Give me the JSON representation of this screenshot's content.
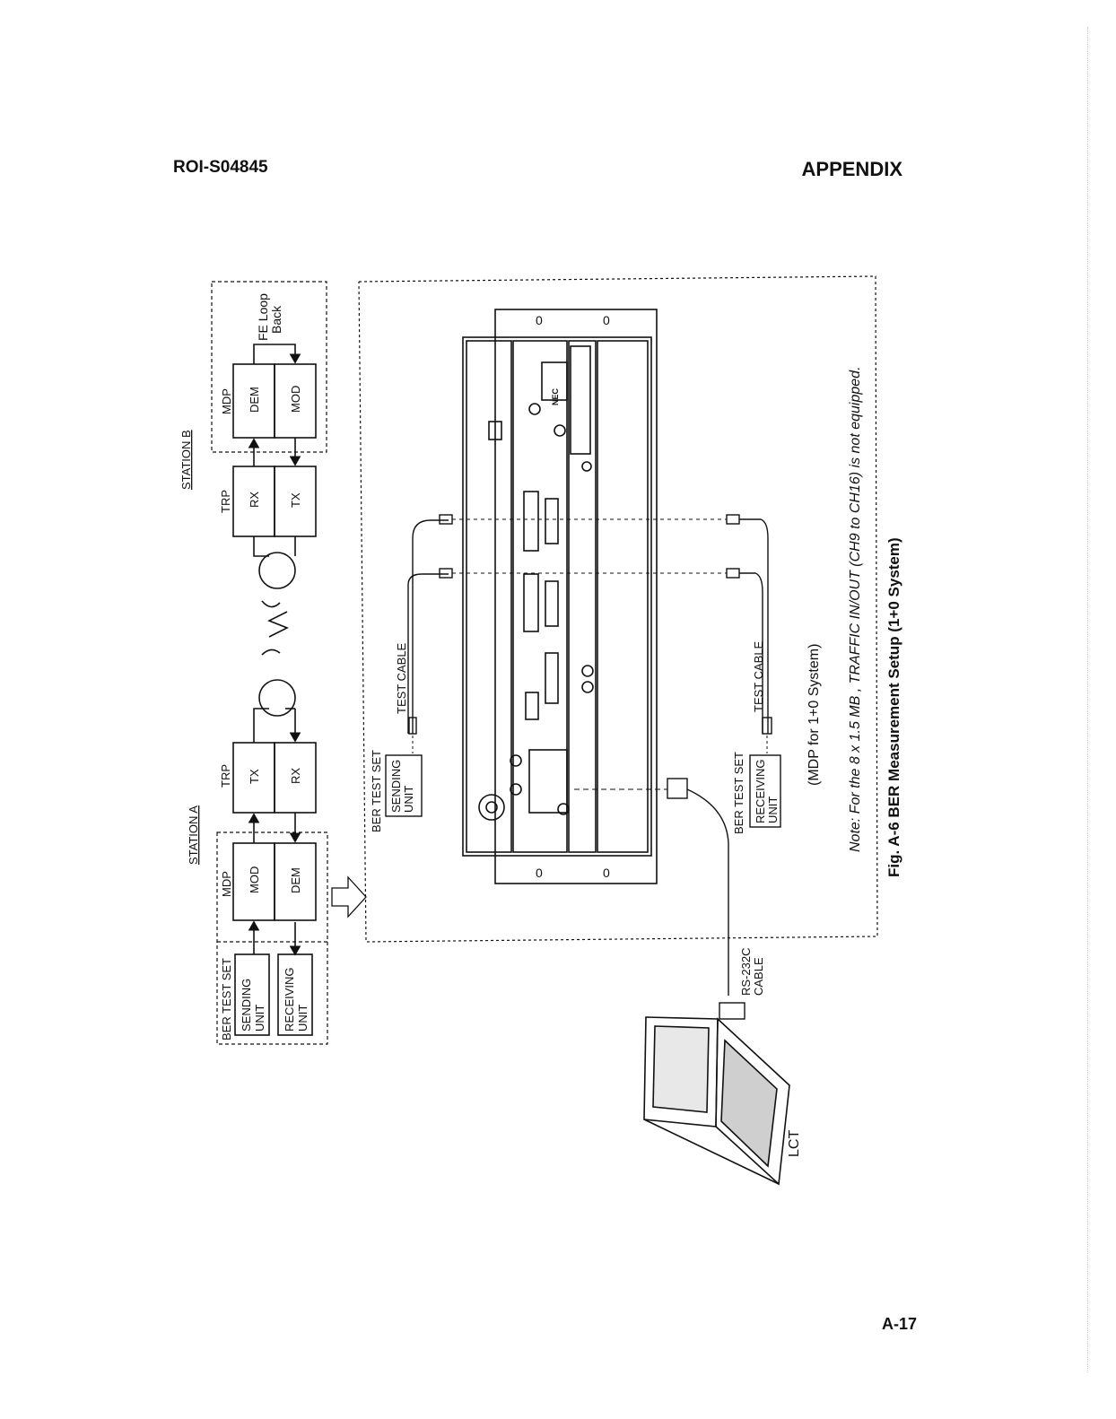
{
  "header": {
    "doc_id": "ROI-S04845",
    "section": "APPENDIX"
  },
  "footer": {
    "page_number": "A-17"
  },
  "figure": {
    "caption": "Fig. A-6  BER Measurement Setup (1+0 System)",
    "note": "Note:  For the 8 x 1.5 MB , TRAFFIC IN/OUT (CH9 to CH16) is not equipped.",
    "sub_caption": "(MDP for 1+0 System)",
    "station_a": {
      "title": "STATION A",
      "ber_test_set": "BER TEST SET",
      "sending_unit": [
        "SENDING",
        "UNIT"
      ],
      "receiving_unit": [
        "RECEIVING",
        "UNIT"
      ],
      "mdp": "MDP",
      "mod": "MOD",
      "dem": "DEM",
      "trp": "TRP",
      "tx": "TX",
      "rx": "RX"
    },
    "station_b": {
      "title": "STATION B",
      "trp": "TRP",
      "rx": "RX",
      "tx": "TX",
      "mdp": "MDP",
      "dem": "DEM",
      "mod": "MOD",
      "fe_loop_back": [
        "FE  Loop",
        "Back"
      ]
    },
    "detail": {
      "ber_sending": [
        "BER TEST SET",
        "SENDING",
        "UNIT"
      ],
      "ber_receiving": [
        "BER TEST SET",
        "RECEIVING",
        "UNIT"
      ],
      "test_cable_1": "TEST CABLE",
      "test_cable_2": "TEST CABLE",
      "rs232c": [
        "RS-232C",
        "CABLE"
      ],
      "lct": "LCT",
      "unit_brand": "NEC"
    }
  }
}
